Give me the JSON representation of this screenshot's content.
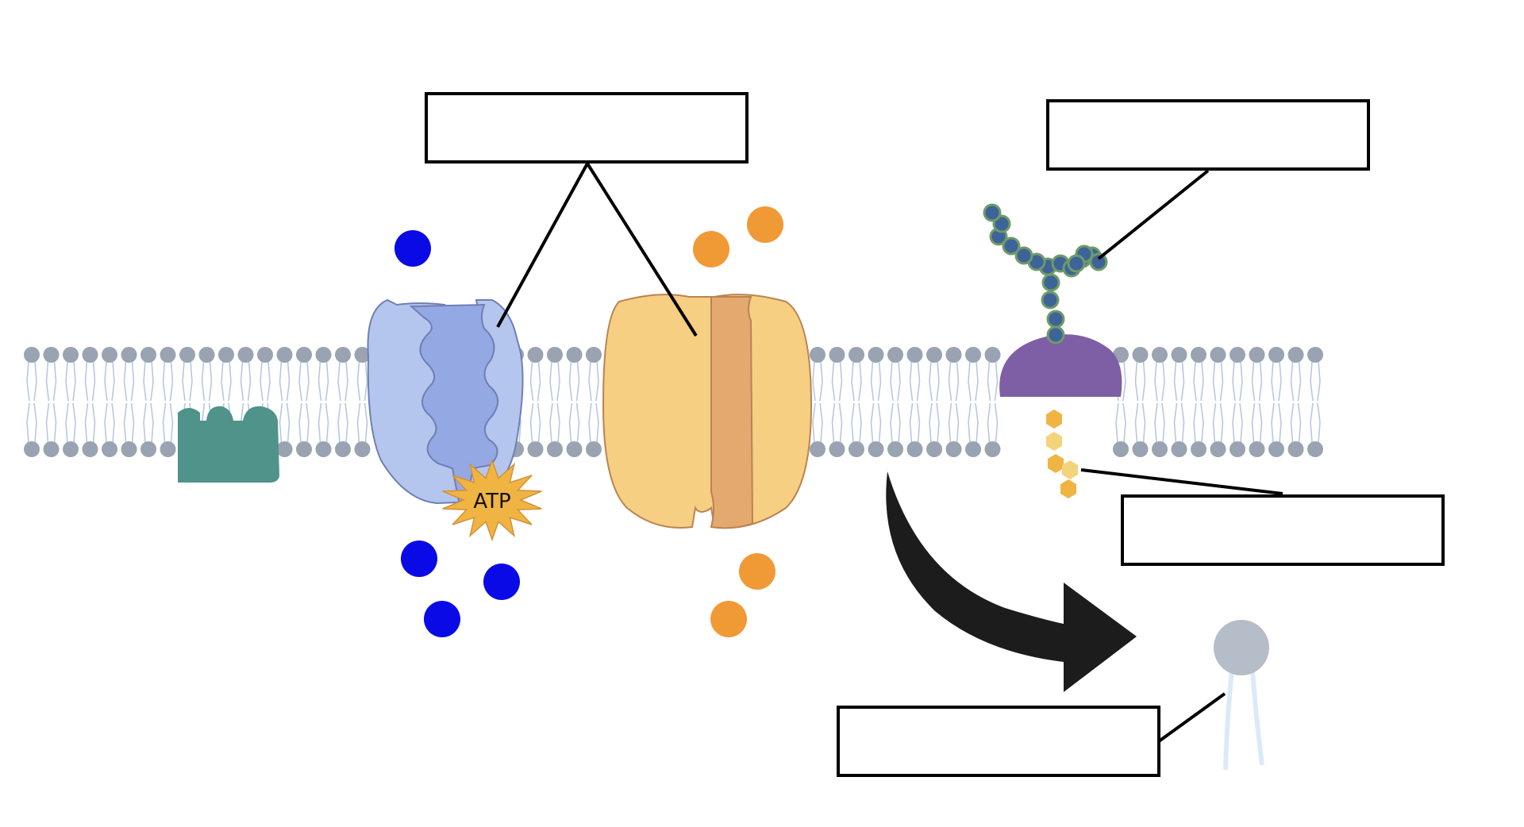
{
  "colors": {
    "background": "#ffffff",
    "lipid_head": "#9aa3b1",
    "lipid_tail": "#b7c8e2",
    "pump_outer": "#b5c6ee",
    "pump_inner": "#94a8e4",
    "channel_outer": "#f6cf82",
    "channel_inner": "#e3a96f",
    "pump_solute": "#0a0ae6",
    "channel_solute": "#f09a36",
    "atp_star": "#f0b443",
    "peripheral_protein": "#4f938a",
    "glycoprotein": "#7e5fa6",
    "glycan_bead": "#3d6399",
    "anchor": "#f0c45c",
    "arrow": "#1c1c1c",
    "phospholipid": "#b5bdc8"
  },
  "atp": {
    "label": "ATP"
  },
  "label_boxes": [
    {
      "id": "membrane-transport-proteins",
      "text": ""
    },
    {
      "id": "carbohydrate-chain",
      "text": ""
    },
    {
      "id": "lipid-anchor",
      "text": ""
    },
    {
      "id": "phospholipid",
      "text": ""
    }
  ]
}
